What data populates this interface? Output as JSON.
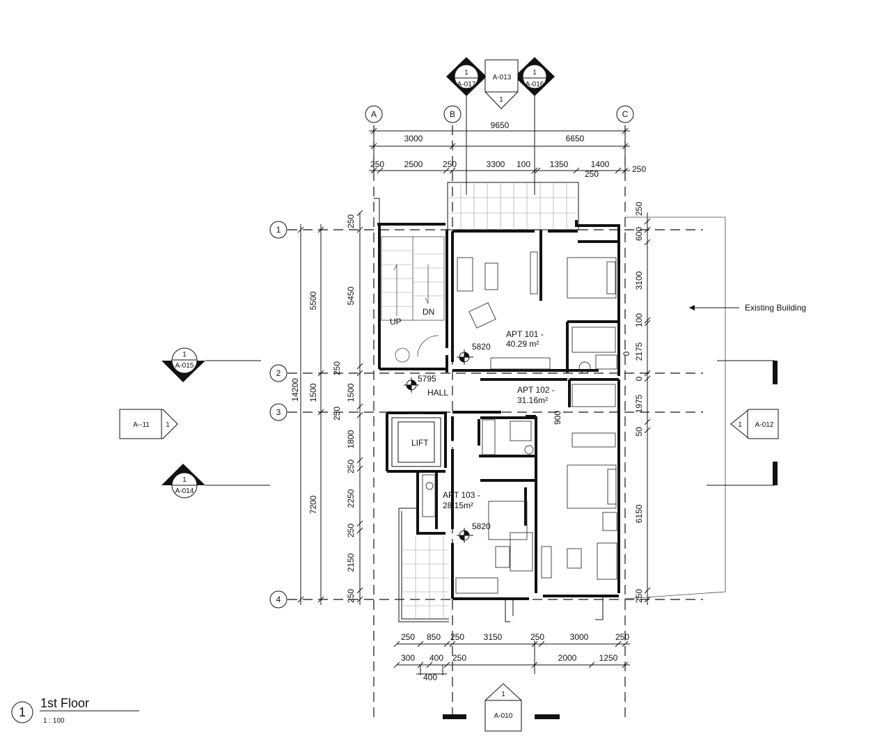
{
  "grid": {
    "cols": [
      "A",
      "B",
      "C"
    ],
    "rows": [
      "1",
      "2",
      "3",
      "4"
    ]
  },
  "dims_top": {
    "overall": "9650",
    "r1": [
      "3000",
      "6650"
    ],
    "r2": [
      "250",
      "2500",
      "250",
      "3300",
      "100",
      "1350",
      "1400",
      "250",
      "250"
    ]
  },
  "dims_bottom": {
    "r1": [
      "250",
      "850",
      "250",
      "3150",
      "250",
      "3000",
      "250"
    ],
    "r2": [
      "300",
      "400",
      "250",
      "2000",
      "1250"
    ],
    "r3": "400"
  },
  "dims_left": {
    "overall": "14200",
    "outer": [
      "5500",
      "1500",
      "7200"
    ],
    "inner": [
      "250",
      "5450",
      "250",
      "1500",
      "250",
      "1800",
      "250",
      "2250",
      "250",
      "2150",
      "250"
    ]
  },
  "dims_right": [
    "250",
    "600",
    "3100",
    "100",
    "2175",
    "0",
    "0",
    "1975",
    "50",
    "6150",
    "250",
    "900"
  ],
  "sections": {
    "top_left": {
      "num": "1",
      "sheet": "A-017"
    },
    "top_right": {
      "num": "1",
      "sheet": "A-016"
    },
    "left_upper": {
      "num": "1",
      "sheet": "A-015"
    },
    "left_lower": {
      "num": "1",
      "sheet": "A-014"
    }
  },
  "elevations": {
    "top": {
      "sheet": "A-013",
      "num": "1"
    },
    "left": {
      "sheet": "A--11",
      "num": "1"
    },
    "right": {
      "sheet": "A-012",
      "num": "1"
    },
    "bottom": {
      "sheet": "A-010",
      "num": "1"
    }
  },
  "rooms": {
    "apt101": {
      "name": "APT 101 -",
      "area": "40.29 m²"
    },
    "apt102": {
      "name": "APT 102 -",
      "area": "31.16m²"
    },
    "apt103": {
      "name": "APT 103 -",
      "area": "28.15m²"
    },
    "hall": "HALL",
    "lift": "LIFT",
    "up": "UP",
    "dn": "DN"
  },
  "levels": {
    "l1": "5820",
    "l2": "5795",
    "l3": "5820"
  },
  "existing_building": "Existing Building",
  "title": {
    "num": "1",
    "name": "1st Floor",
    "scale": "1 : 100"
  }
}
